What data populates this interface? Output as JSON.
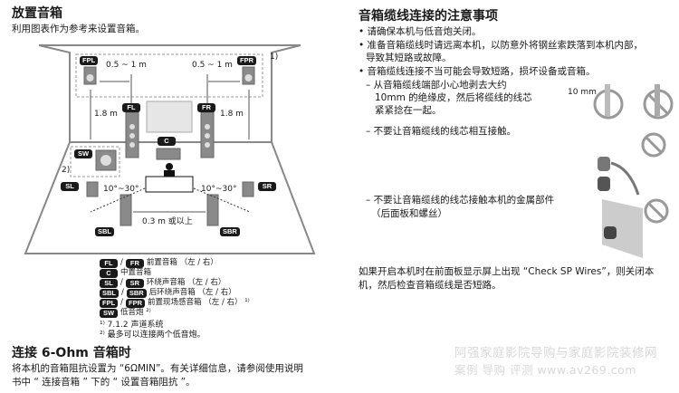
{
  "left": {
    "title": "放置音箱",
    "subtitle": "利用图表作为参考来设置音箱。",
    "diagram": {
      "labels": {
        "FPL": "FPL",
        "FPR": "FPR",
        "FL": "FL",
        "FR": "FR",
        "C": "C",
        "SW": "SW",
        "SL": "SL",
        "SR": "SR",
        "SBL": "SBL",
        "SBR": "SBR"
      },
      "dist_front": "0.5 ~ 1 m",
      "height": "1.8 m",
      "angle": "10°~30°",
      "back_dist": "0.3 m 或以上",
      "note1": "1)",
      "note2": "2)"
    },
    "legend": [
      {
        "badges": [
          "FL",
          "FR"
        ],
        "text": "前置音箱 （左 / 右）"
      },
      {
        "badges": [
          "C"
        ],
        "text": "中置音箱"
      },
      {
        "badges": [
          "SL",
          "SR"
        ],
        "text": "环绕声音箱 （左 / 右）"
      },
      {
        "badges": [
          "SBL",
          "SBR"
        ],
        "text": "后环绕声音箱 （左 / 右）"
      },
      {
        "badges": [
          "FPL",
          "FPR"
        ],
        "text": "前置现场感音箱 （左 / 右） ¹⁾"
      },
      {
        "badges": [
          "SW"
        ],
        "text": "低音炮 ²⁾"
      }
    ],
    "footnotes": [
      "¹⁾ 7.1.2 声道系统",
      "²⁾ 最多可以连接两个低音炮。"
    ],
    "section2_title": "连接 6-Ohm 音箱时",
    "section2_lines": [
      "将本机的音箱阻抗设置为 “6ΩMIN”。有关详细信息，请参阅使用说明",
      "书中 “ 连接音箱 ” 下的 “ 设置音箱阻抗 ”。"
    ]
  },
  "right": {
    "title": "音箱缆线连接的注意事项",
    "bullets": [
      "请确保本机与低音炮关闭。",
      "准备音箱缆线时请远离本机，以防意外将钢丝索跌落到本机内部，",
      "导致其短路或故障。",
      "音箱缆线连接不当可能会导致短路，损坏设备或音箱。"
    ],
    "sub1": [
      "– 从音箱缆线端部小心地剥去大约",
      "10mm 的绝缘皮，然后将缆线的线芯",
      "紧紧捻在一起。"
    ],
    "measure": "10 mm",
    "sub2": "– 不要让音箱缆线的线芯相互接触。",
    "sub3": [
      "– 不要让音箱缆线的线芯接触本机的金属部件",
      "（后面板和螺丝）"
    ],
    "note": [
      "如果开启本机时在前面板显示屏上出现 “Check SP Wires”，则关闭本",
      "机，然后检查音箱缆线是否短路。"
    ]
  },
  "watermark": [
    "阿强家庭影院导购与家庭影院装修网",
    "案例 导购 评测  www.av269.com"
  ]
}
